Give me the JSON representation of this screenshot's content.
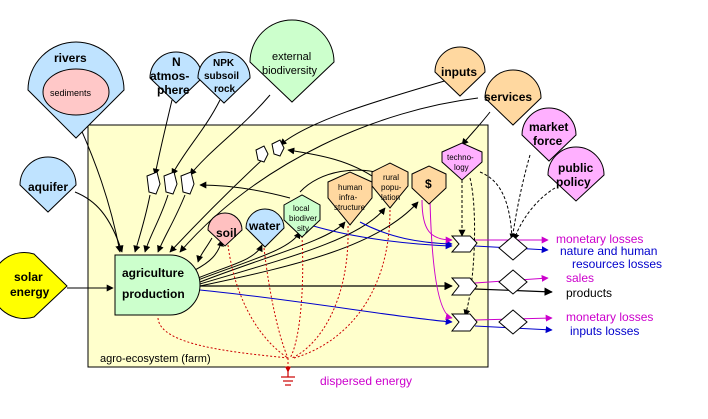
{
  "sources": {
    "rivers": "rivers",
    "sediments": "sediments",
    "n_atmosphere_1": "N",
    "n_atmosphere_2": "atmos-",
    "n_atmosphere_3": "phere",
    "npk_1": "NPK",
    "npk_2": "subsoil",
    "npk_3": "rock",
    "external_biodiversity_1": "external",
    "external_biodiversity_2": "biodiversity",
    "aquifer": "aquifer",
    "solar_1": "solar",
    "solar_2": "energy",
    "inputs": "inputs",
    "services": "services",
    "market_1": "market",
    "market_2": "force",
    "public_1": "public",
    "public_2": "policy"
  },
  "system": {
    "boundary_label": "agro-ecosystem  (farm)",
    "agriculture_1": "agriculture",
    "agriculture_2": "production",
    "soil": "soil",
    "water": "water",
    "local_bio_1": "local",
    "local_bio_2": "biodiver",
    "local_bio_3": "sity",
    "human_infra_1": "human",
    "human_infra_2": "infra-",
    "human_infra_3": "structure",
    "rural_pop_1": "rural",
    "rural_pop_2": "popu-",
    "rural_pop_3": "lation",
    "money": "$",
    "technology_1": "techno-",
    "technology_2": "logy"
  },
  "outputs": {
    "monetary_losses_1": "monetary losses",
    "nature_losses_1": "nature and human",
    "nature_losses_2": "resources losses",
    "sales": "sales",
    "products": "products",
    "monetary_losses_2": "monetary losses",
    "inputs_losses": "inputs losses"
  },
  "sink": {
    "dispersed_energy": "dispersed energy"
  },
  "colors": {
    "system_fill": "#ffffcc",
    "rivers_fill": "#bfe3ff",
    "sediments_fill": "#ffc8c8",
    "n_fill": "#bfe3ff",
    "biodiversity_fill": "#ccffcc",
    "inputs_fill": "#ffd8a0",
    "market_fill": "#ffb0ff",
    "solar_fill": "#ffff00",
    "soil_fill": "#ffc0c0",
    "money_fill": "#ffd8a0",
    "monetary_color": "#cc00cc",
    "nature_color": "#0000cc",
    "sales_color": "#cc00cc",
    "dispersed_color": "#cc0000"
  }
}
